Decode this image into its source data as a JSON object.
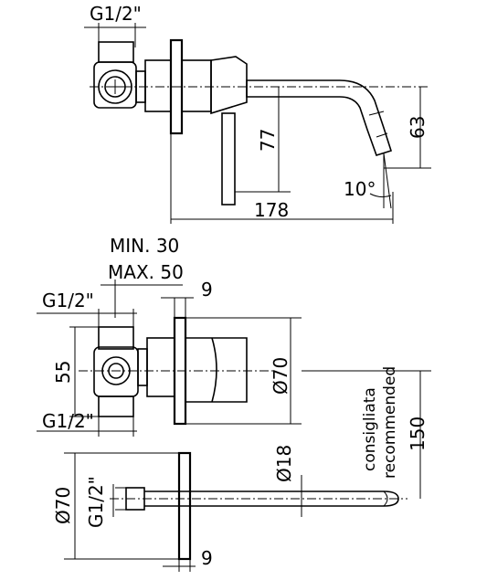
{
  "side_view": {
    "thread_label": "G1/2\"",
    "height_77": "77",
    "height_63": "63",
    "angle_label": "10°",
    "length_label": "178"
  },
  "top_view": {
    "min_label": "MIN. 30",
    "max_label": "MAX. 50",
    "thread_top": "G1/2\"",
    "thread_bottom": "G1/2\"",
    "spacing_55": "55",
    "plate_thickness": "9",
    "plate_diameter": "Ø70",
    "recommended_it": "consigliata",
    "recommended_en": "recommended",
    "height_150": "150"
  },
  "bottom_view": {
    "plate_diameter": "Ø70",
    "thread_label": "G1/2\"",
    "spout_diameter": "Ø18",
    "plate_thickness": "9"
  }
}
